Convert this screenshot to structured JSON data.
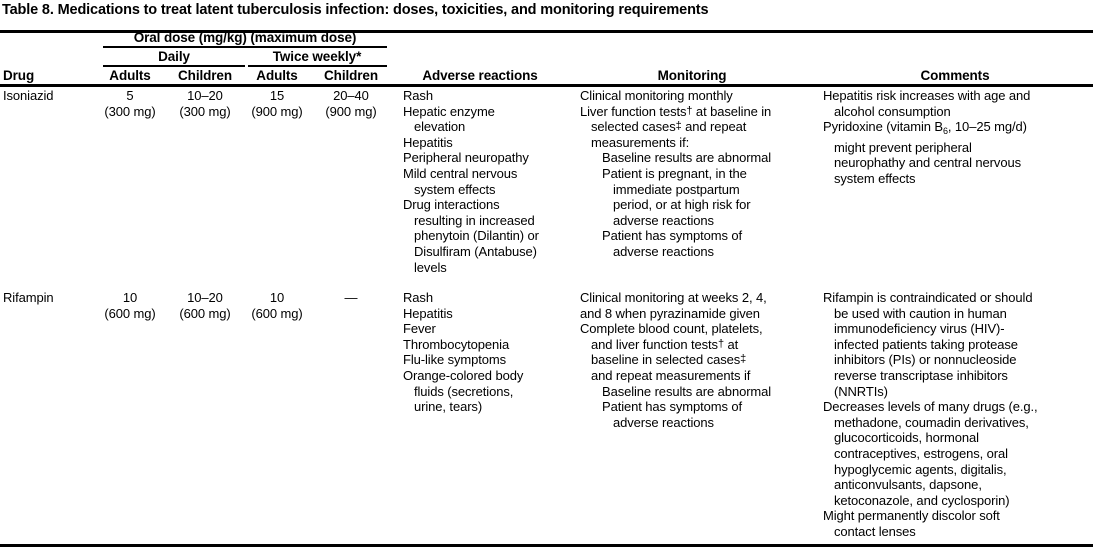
{
  "title": "Table 8. Medications to treat latent tuberculosis infection: doses, toxicities, and monitoring requirements",
  "header": {
    "oral_dose_span": "Oral dose (mg/kg) (maximum dose)",
    "daily_span": "Daily",
    "twice_weekly_span": "Twice weekly*",
    "drug": "Drug",
    "daily_adults": "Adults",
    "daily_children": "Children",
    "twice_adults": "Adults",
    "twice_children": "Children",
    "adverse_reactions": "Adverse reactions",
    "monitoring": "Monitoring",
    "comments": "Comments"
  },
  "rows": [
    {
      "drug": "Isoniazid",
      "daily_adults": "5\n(300 mg)",
      "daily_adults_line1": "5",
      "daily_adults_line2": "(300 mg)",
      "daily_children_line1": "10–20",
      "daily_children_line2": "(300 mg)",
      "twice_adults_line1": "15",
      "twice_adults_line2": "(900 mg)",
      "twice_children_line1": "20–40",
      "twice_children_line2": "(900 mg)",
      "adverse_reactions": [
        {
          "text": "Rash",
          "indent": 0
        },
        {
          "text": "Hepatic enzyme",
          "indent": 0
        },
        {
          "text": "elevation",
          "indent": 1
        },
        {
          "text": "Hepatitis",
          "indent": 0
        },
        {
          "text": "Peripheral neuropathy",
          "indent": 0
        },
        {
          "text": "Mild central nervous",
          "indent": 0
        },
        {
          "text": "system effects",
          "indent": 1
        },
        {
          "text": "Drug interactions",
          "indent": 0
        },
        {
          "text": "resulting in increased",
          "indent": 1
        },
        {
          "text": "phenytoin (Dilantin) or",
          "indent": 1
        },
        {
          "text": "Disulfiram (Antabuse)",
          "indent": 1
        },
        {
          "text": "levels",
          "indent": 1
        }
      ],
      "monitoring": [
        {
          "text": "Clinical monitoring monthly",
          "indent": 0
        },
        {
          "text": "Liver function tests† at baseline in",
          "indent": 0
        },
        {
          "text": "selected cases‡ and repeat",
          "indent": 1
        },
        {
          "text": "measurements if:",
          "indent": 1
        },
        {
          "text": "Baseline results are abnormal",
          "indent": 2
        },
        {
          "text": "Patient is pregnant, in the",
          "indent": 2
        },
        {
          "text": "immediate postpartum",
          "indent": 3
        },
        {
          "text": "period, or at high risk for",
          "indent": 3
        },
        {
          "text": "adverse reactions",
          "indent": 3
        },
        {
          "text": "Patient has symptoms of",
          "indent": 2
        },
        {
          "text": "adverse reactions",
          "indent": 3
        }
      ],
      "comments": [
        {
          "text": "Hepatitis risk increases with age and",
          "indent": 0
        },
        {
          "text": "alcohol consumption",
          "indent": 1
        },
        {
          "text": "Pyridoxine (vitamin B6, 10–25 mg/d)",
          "indent": 0,
          "subscript": true
        },
        {
          "text": "might prevent peripheral",
          "indent": 1
        },
        {
          "text": "neurophathy and central nervous",
          "indent": 1
        },
        {
          "text": "system effects",
          "indent": 1
        }
      ]
    },
    {
      "drug": "Rifampin",
      "daily_adults_line1": "10",
      "daily_adults_line2": "(600 mg)",
      "daily_children_line1": "10–20",
      "daily_children_line2": "(600 mg)",
      "twice_adults_line1": "10",
      "twice_adults_line2": "(600 mg)",
      "twice_children_line1": "—",
      "twice_children_line2": "",
      "adverse_reactions": [
        {
          "text": "Rash",
          "indent": 0
        },
        {
          "text": "Hepatitis",
          "indent": 0
        },
        {
          "text": "Fever",
          "indent": 0
        },
        {
          "text": "Thrombocytopenia",
          "indent": 0
        },
        {
          "text": "Flu-like symptoms",
          "indent": 0
        },
        {
          "text": "Orange-colored body",
          "indent": 0
        },
        {
          "text": "fluids (secretions,",
          "indent": 1
        },
        {
          "text": "urine, tears)",
          "indent": 1
        }
      ],
      "monitoring": [
        {
          "text": "Clinical monitoring at weeks 2, 4,",
          "indent": 0
        },
        {
          "text": "and 8 when pyrazinamide given",
          "indent": 0
        },
        {
          "text": "Complete blood count, platelets,",
          "indent": 0
        },
        {
          "text": "and liver function tests† at",
          "indent": 1
        },
        {
          "text": "baseline in selected cases‡",
          "indent": 1
        },
        {
          "text": "and repeat measurements if",
          "indent": 1
        },
        {
          "text": "Baseline results are abnormal",
          "indent": 2
        },
        {
          "text": "Patient has symptoms of",
          "indent": 2
        },
        {
          "text": "adverse reactions",
          "indent": 3
        }
      ],
      "comments": [
        {
          "text": "Rifampin is contraindicated or should",
          "indent": 0
        },
        {
          "text": "be used with caution in human",
          "indent": 1
        },
        {
          "text": "immunodeficiency virus (HIV)-",
          "indent": 1
        },
        {
          "text": "infected patients taking protease",
          "indent": 1
        },
        {
          "text": "inhibitors (PIs) or nonnucleoside",
          "indent": 1
        },
        {
          "text": "reverse transcriptase inhibitors",
          "indent": 1
        },
        {
          "text": "(NNRTIs)",
          "indent": 1
        },
        {
          "text": "Decreases levels of many drugs (e.g.,",
          "indent": 0
        },
        {
          "text": "methadone, coumadin derivatives,",
          "indent": 1
        },
        {
          "text": "glucocorticoids, hormonal",
          "indent": 1
        },
        {
          "text": "contraceptives, estrogens, oral",
          "indent": 1
        },
        {
          "text": "hypoglycemic agents, digitalis,",
          "indent": 1
        },
        {
          "text": "anticonvulsants, dapsone,",
          "indent": 1
        },
        {
          "text": "ketoconazole, and cyclosporin)",
          "indent": 1
        },
        {
          "text": "Might permanently discolor soft",
          "indent": 0
        },
        {
          "text": "contact lenses",
          "indent": 1
        }
      ]
    }
  ]
}
